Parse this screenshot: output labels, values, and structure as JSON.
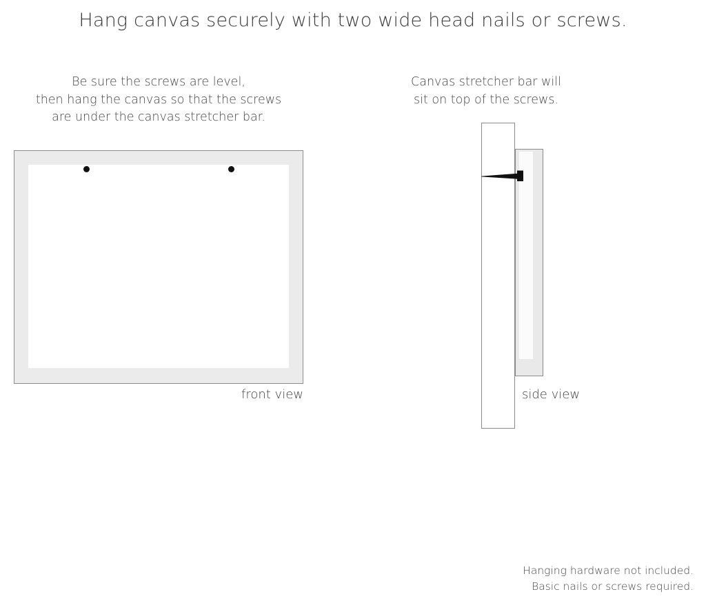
{
  "title": "Hang canvas securely with two wide head nails or screws.",
  "captions": {
    "left": [
      "Be sure the screws are level,",
      "then hang the canvas so that the screws",
      "are under the canvas stretcher bar."
    ],
    "right": [
      "Canvas stretcher bar will",
      "sit on top of the screws."
    ]
  },
  "views": {
    "front": {
      "label": "front view",
      "frame_color": "#ebebeb",
      "canvas_color": "#ffffff",
      "border_color": "#8d8d8d",
      "screw_count": 2,
      "screw_color": "#111111"
    },
    "side": {
      "label": "side view",
      "wall_color": "#ffffff",
      "bar_color": "#e9e9e9",
      "bar_face_color": "#fbfbfb",
      "border_color": "#8a8a8a",
      "screw_color": "#111111"
    }
  },
  "footer": [
    "Hanging hardware not included.",
    "Basic nails or screws required."
  ]
}
